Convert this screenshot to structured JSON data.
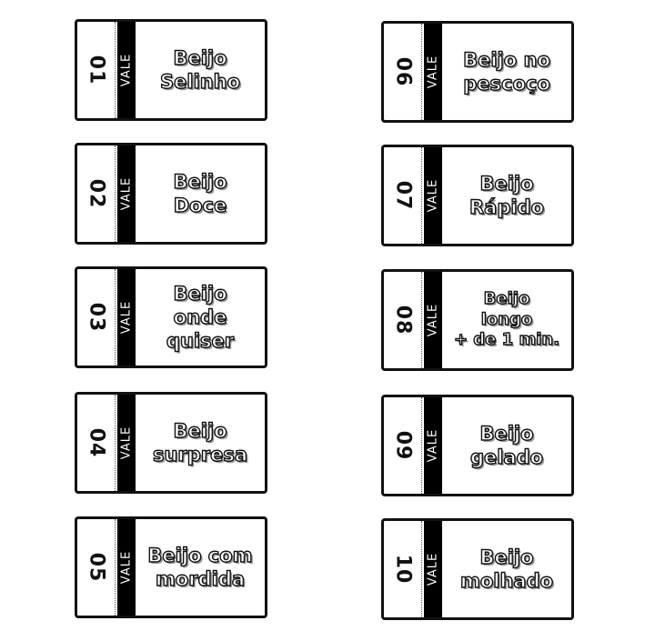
{
  "stub_prefix": "VALE",
  "tickets": [
    {
      "number": "01",
      "label": "Beijo\nSelinho"
    },
    {
      "number": "02",
      "label": "Beijo\nDoce"
    },
    {
      "number": "03",
      "label": "Beijo\nonde\nquiser"
    },
    {
      "number": "04",
      "label": "Beijo\nsurpresa"
    },
    {
      "number": "05",
      "label": "Beijo com\nmordida"
    },
    {
      "number": "06",
      "label": "Beijo no\npescoço"
    },
    {
      "number": "07",
      "label": "Beijo\nRápido"
    },
    {
      "number": "08",
      "label": "Beijo\nlongo\n+ de 1 min."
    },
    {
      "number": "09",
      "label": "Beijo\ngelado"
    },
    {
      "number": "10",
      "label": "Beijo\nmolhado"
    }
  ]
}
